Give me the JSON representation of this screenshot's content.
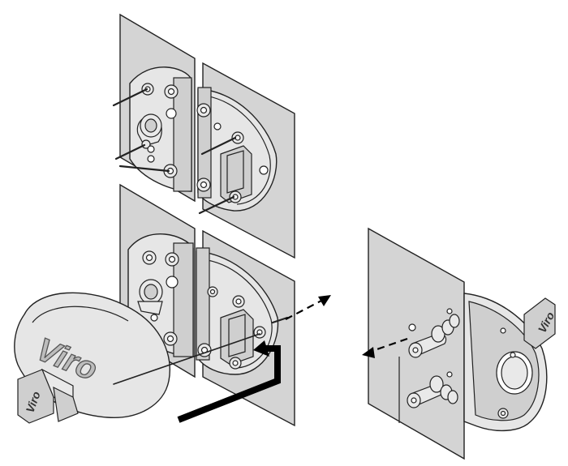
{
  "figure": {
    "brand_cover": "Viro",
    "brand_key_left": "Viro",
    "brand_key_right": "Viro"
  },
  "colors": {
    "plate": "#d4d4d4",
    "disc": "#e6e6e6",
    "outline": "#222222",
    "arrow": "#000000"
  }
}
